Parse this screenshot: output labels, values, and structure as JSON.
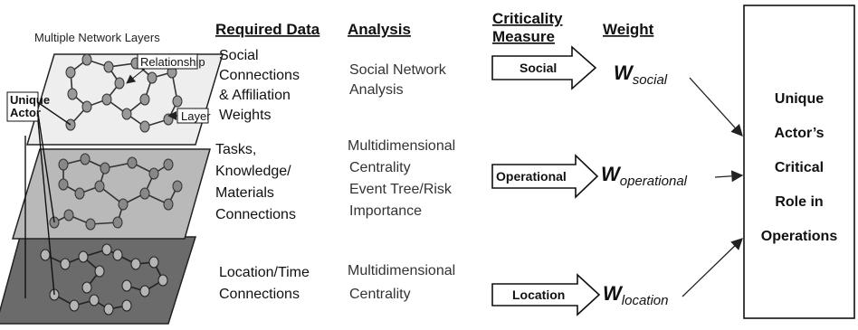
{
  "left_panel": {
    "title": "Multiple Network Layers",
    "label_relationship": "Relationship",
    "label_unique": "Unique",
    "label_actor": "Actor",
    "label_layer": "Layer"
  },
  "headers": {
    "required_data": "Required Data",
    "analysis": "Analysis",
    "criticality_1": "Criticality",
    "criticality_2": "Measure",
    "weight": "Weight"
  },
  "rows": [
    {
      "required": [
        "Social",
        "Connections",
        "& Affiliation",
        "Weights"
      ],
      "analysis": [
        "Social Network",
        "Analysis"
      ],
      "measure": "Social",
      "weight_main": "W",
      "weight_sub": "social"
    },
    {
      "required": [
        "Tasks,",
        "Knowledge/",
        "Materials",
        "Connections"
      ],
      "analysis": [
        "Multidimensional",
        "Centrality",
        "Event Tree/Risk",
        "Importance"
      ],
      "measure": "Operational",
      "weight_main": "W",
      "weight_sub": "operational"
    },
    {
      "required": [
        "Location/Time",
        "Connections"
      ],
      "analysis": [
        "Multidimensional",
        "Centrality"
      ],
      "measure": "Location",
      "weight_main": "W",
      "weight_sub": "location"
    }
  ],
  "result_box": [
    "Unique",
    "Actor’s",
    "Critical",
    "Role in",
    "Operations"
  ]
}
